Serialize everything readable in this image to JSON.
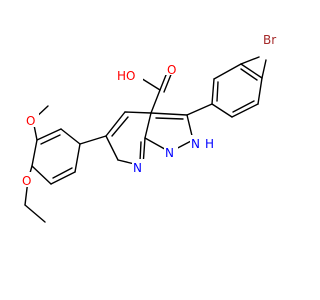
{
  "colors": {
    "carbon_bond": "#000000",
    "oxygen": "#ff0000",
    "nitrogen": "#0000ff",
    "bromine": "#a52a2a",
    "background": "#ffffff"
  },
  "labels": {
    "bromine": "Br",
    "acid_oxygen": "HO",
    "carbonyl_oxygen": "O",
    "pyrazole_nh": "N",
    "nh_hydrogen": "H",
    "pyrazole_n": "N",
    "pyridine_n": "N",
    "methoxy_oxygen": "O",
    "ethoxy_oxygen": "O"
  }
}
